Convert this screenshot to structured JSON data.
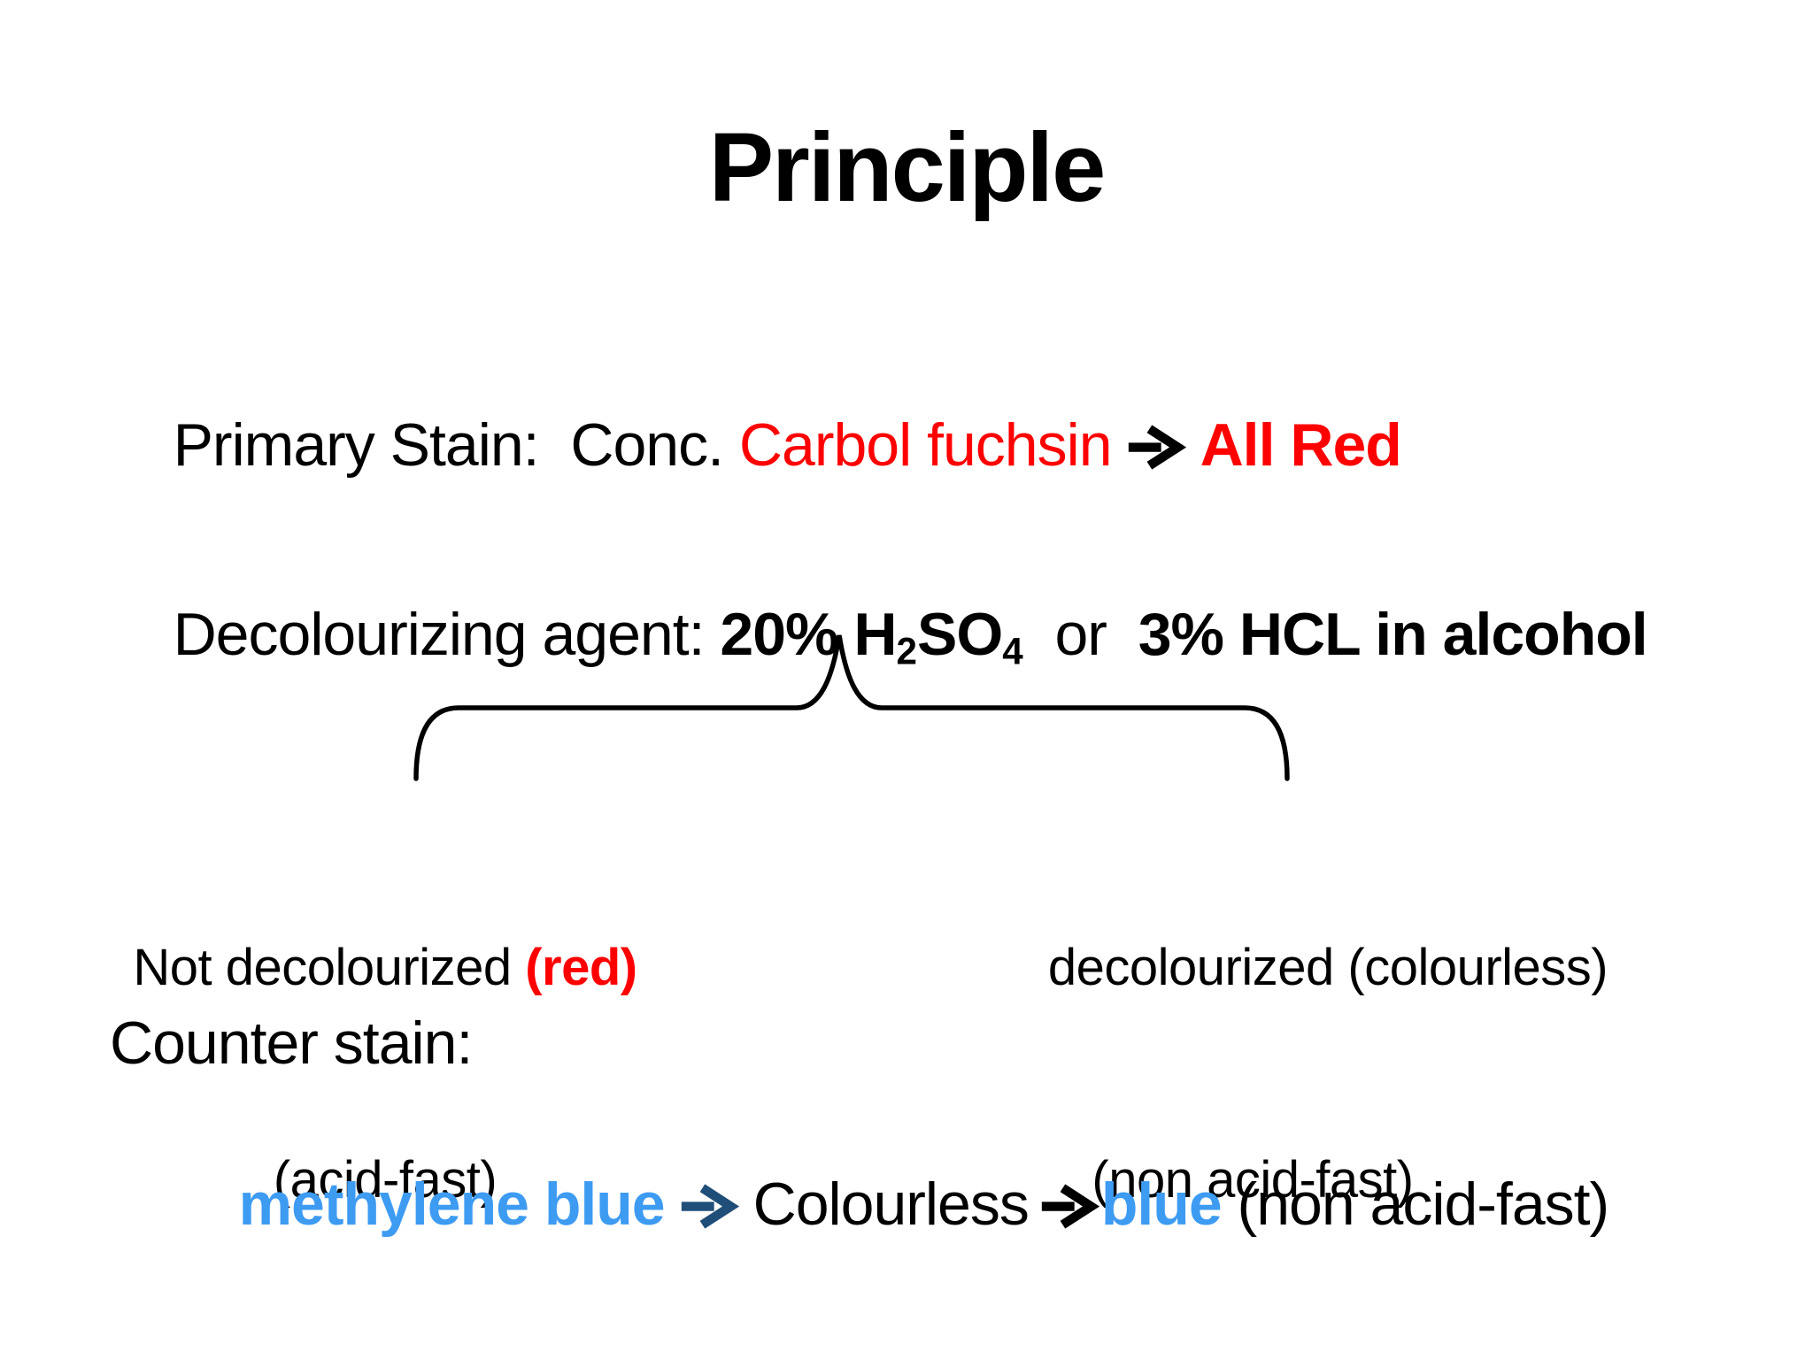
{
  "colors": {
    "background": "#FFFFFF",
    "text": "#000000",
    "red": "#FF0000",
    "light_blue": "#3D9BF2",
    "navy_arrow": "#1F4E79"
  },
  "title": "Principle",
  "primary_stain": {
    "label": "Primary Stain:  Conc. ",
    "stain_name": "Carbol fuchsin",
    "result": "All Red"
  },
  "decolourizing": {
    "label": "Decolourizing agent: ",
    "agent1_h": "20% H",
    "agent1_sub2": "2",
    "agent1_so": "SO",
    "agent1_sub4": "4",
    "conjunction": "  or  ",
    "agent2": "3% HCL in alcohol"
  },
  "branch_left": {
    "line1": "Not decolourized ",
    "line1_highlight": "(red)",
    "line2": "(acid-fast)"
  },
  "branch_right": {
    "line1": "decolourized (colourless)",
    "line2": "(non acid-fast)"
  },
  "counter_stain": {
    "label": "Counter stain:",
    "stain_name": "methylene blue",
    "step1": "Colourless",
    "step2": "blue",
    "suffix": " (non acid-fast)"
  }
}
